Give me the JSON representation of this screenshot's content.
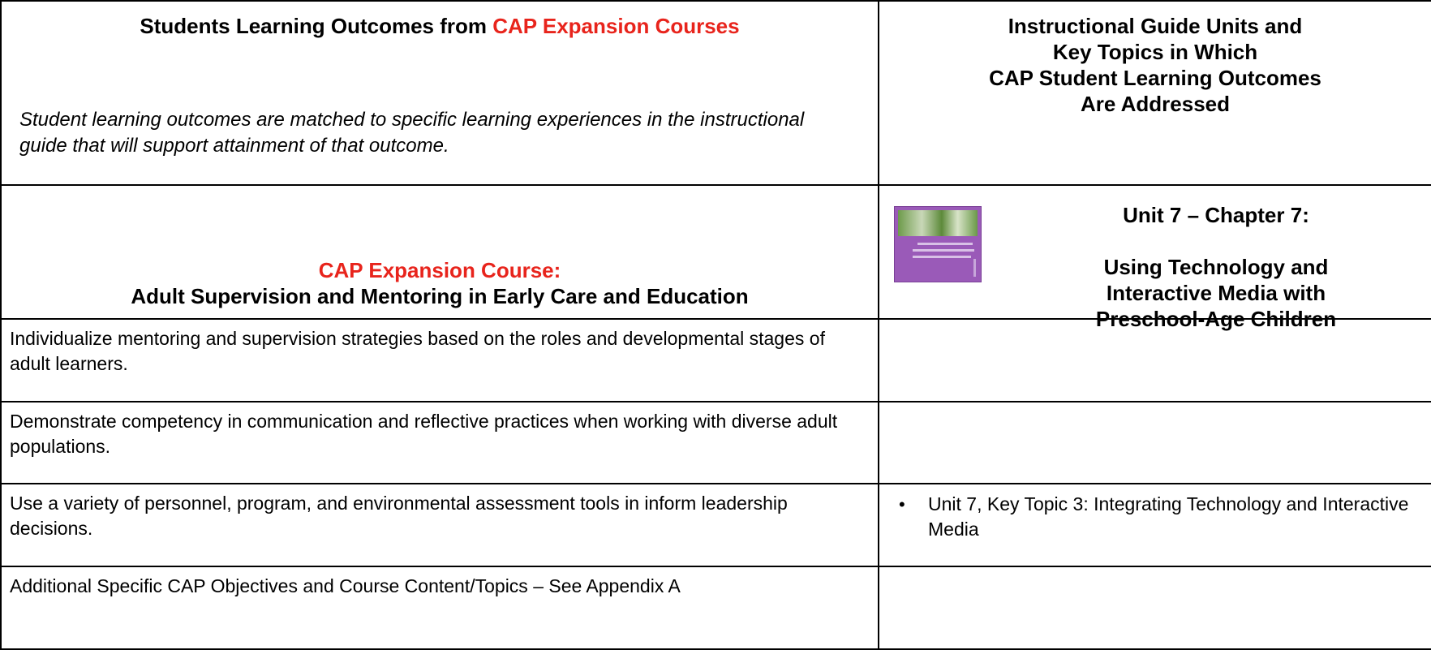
{
  "header": {
    "title_prefix": "Students Learning Outcomes from ",
    "title_highlight": "CAP Expansion Courses",
    "note": "Student learning outcomes are matched to specific learning experiences in the instructional guide that will support attainment of that outcome.",
    "right_title": {
      "line1": "Instructional Guide Units and",
      "line2": "Key Topics in Which",
      "line3": "CAP Student Learning Outcomes",
      "line4": "Are Addressed"
    }
  },
  "course": {
    "label": "CAP Expansion Course:",
    "name": "Adult Supervision and Mentoring in Early Care and Education"
  },
  "unit": {
    "heading": "Unit 7 – Chapter 7:",
    "title_line1": "Using Technology and",
    "title_line2": "Interactive Media with",
    "title_line3": "Preschool-Age Children"
  },
  "outcomes": [
    {
      "text": "Individualize mentoring and supervision strategies based on the roles and developmental stages of adult learners.",
      "topics": []
    },
    {
      "text": "Demonstrate competency in communication and reflective practices when working with diverse adult populations.",
      "topics": []
    },
    {
      "text": "Use a variety of personnel, program, and environmental assessment tools in inform leadership decisions.",
      "topics": [
        "Unit 7, Key Topic 3: Integrating Technology and Interactive Media"
      ]
    },
    {
      "text": "Additional Specific CAP Objectives and Course Content/Topics – See Appendix A",
      "topics": []
    }
  ],
  "bullet_glyph": "•",
  "colors": {
    "highlight_red": "#e8241c",
    "book_cover": "#9a5ab8"
  },
  "icons": {
    "book_cover": "book-cover-icon"
  }
}
